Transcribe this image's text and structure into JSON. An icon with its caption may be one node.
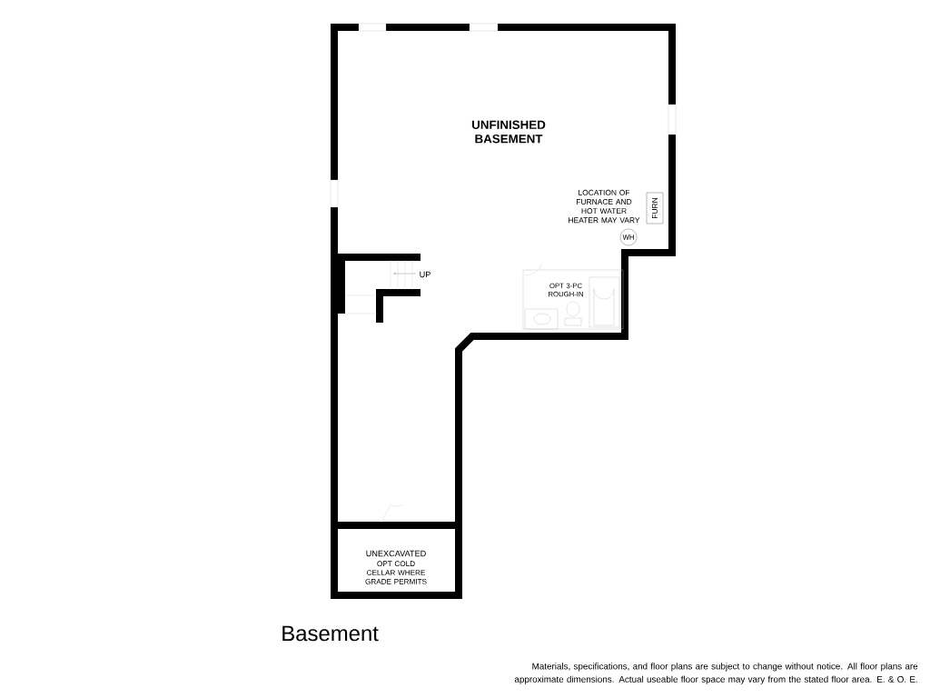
{
  "diagram": {
    "title": "Basement",
    "caption": "Materials, specifications, and floor plans are subject to change without notice. All floor plans are approximate dimensions. Actual useable floor space may vary from the stated floor area. E. & O. E.",
    "nodes": [
      {
        "text": [
          "FURN"
        ]
      },
      {
        "text": [
          "WH"
        ]
      }
    ],
    "labels": [
      "UNFINISHED BASEMENT",
      "LOCATION OF FURNACE AND HOT WATER HEATER MAY VARY",
      "UP",
      "OPT 3-PC ROUGH-IN",
      "UNEXCAVATED",
      "OPT COLD CELLAR WHERE GRADE PERMITS"
    ]
  }
}
